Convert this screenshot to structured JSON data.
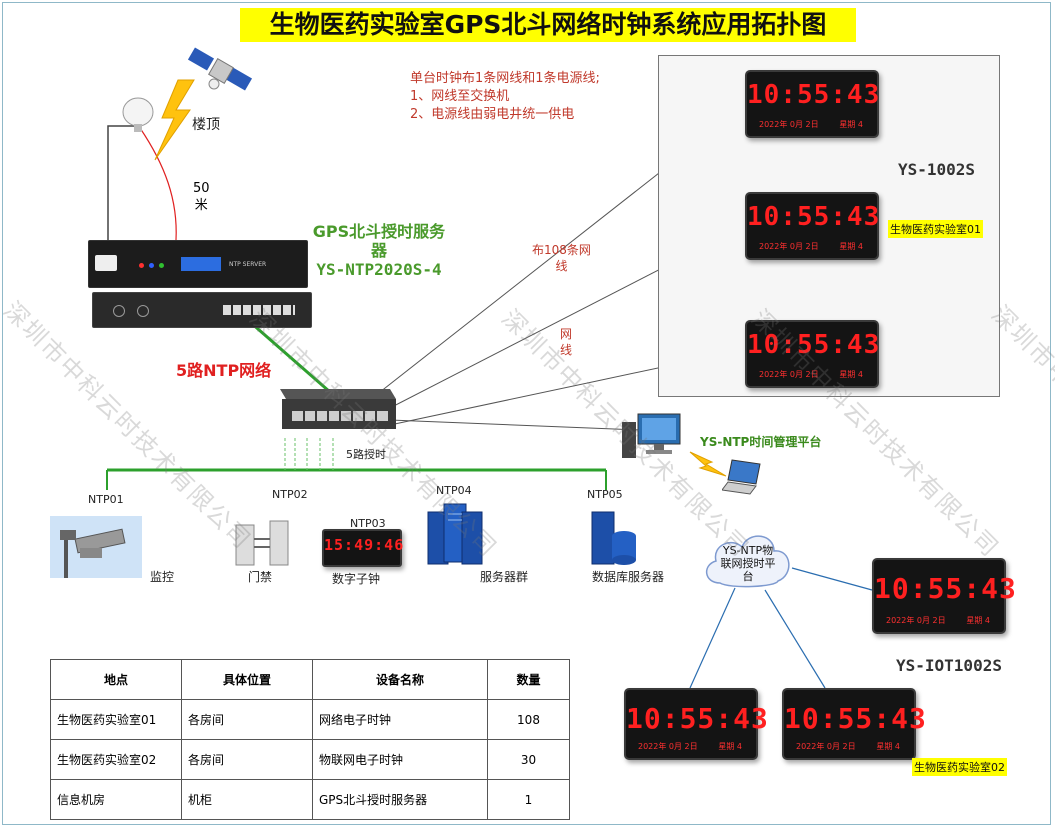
{
  "title": "生物医药实验室GPS北斗网络时钟系统应用拓扑图",
  "notes": [
    "单台时钟布1条网线和1条电源线;",
    "1、网线至交换机",
    "2、电源线由弱电井统一供电"
  ],
  "roof_label": "楼顶",
  "cable_length": [
    "50",
    "米"
  ],
  "server_label": [
    "GPS北斗授时服务",
    "器",
    "YS-NTP2020S-4"
  ],
  "server_front_text": "NTP SERVER",
  "ntp_network_label": "5路NTP网络",
  "cable_label_1": [
    "布108条网",
    "线"
  ],
  "cable_label_2": [
    "网",
    "线"
  ],
  "switch_label": "5路授时",
  "platform_label": "YS-NTP时间管理平台",
  "model_top": "YS-1002S",
  "model_bottom": "YS-IOT1002S",
  "lab_01": "生物医药实验室01",
  "lab_02": "生物医药实验室02",
  "cloud_label": [
    "YS-NTP物",
    "联网授时平",
    "台"
  ],
  "clock_time": "10:55:43",
  "clock_date": "2022年 0月 2日",
  "clock_week": "星期 4",
  "small_clock_time": "15:49:46",
  "nodes": [
    {
      "id": "NTP01",
      "label": "监控"
    },
    {
      "id": "NTP02",
      "label": "门禁"
    },
    {
      "id": "NTP03",
      "label": "数字子钟"
    },
    {
      "id": "NTP04",
      "label": "服务器群"
    },
    {
      "id": "NTP05",
      "label": "数据库服务器"
    }
  ],
  "table": {
    "headers": [
      "地点",
      "具体位置",
      "设备名称",
      "数量"
    ],
    "rows": [
      [
        "生物医药实验室01",
        "各房间",
        "网络电子时钟",
        "108"
      ],
      [
        "生物医药实验室02",
        "各房间",
        "物联网电子时钟",
        "30"
      ],
      [
        "信息机房",
        "机柜",
        "GPS北斗授时服务器",
        "1"
      ]
    ]
  },
  "watermark": "深圳市中科云时技术有限公司",
  "colors": {
    "title_bg": "#ffff00",
    "network_green": "#2ca02c",
    "note_red": "#c0392b",
    "led_red": "#ff2020"
  }
}
